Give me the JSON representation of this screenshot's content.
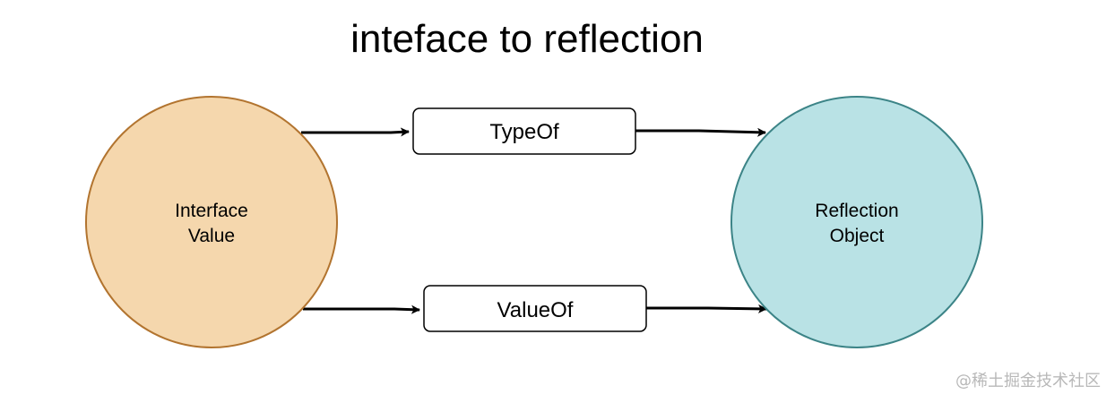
{
  "title": "inteface to reflection",
  "nodes": {
    "interface_value": {
      "line1": "Interface",
      "line2": "Value",
      "fill": "#f5d7ad",
      "stroke": "#b2742f"
    },
    "reflection_object": {
      "line1": "Reflection",
      "line2": "Object",
      "fill": "#b9e2e5",
      "stroke": "#3c8487"
    }
  },
  "functions": {
    "type_of": "TypeOf",
    "value_of": "ValueOf"
  },
  "edges": [
    {
      "from": "Interface Value",
      "to": "TypeOf"
    },
    {
      "from": "TypeOf",
      "to": "Reflection Object"
    },
    {
      "from": "Interface Value",
      "to": "ValueOf"
    },
    {
      "from": "ValueOf",
      "to": "Reflection Object"
    }
  ],
  "watermark": "@稀土掘金技术社区"
}
